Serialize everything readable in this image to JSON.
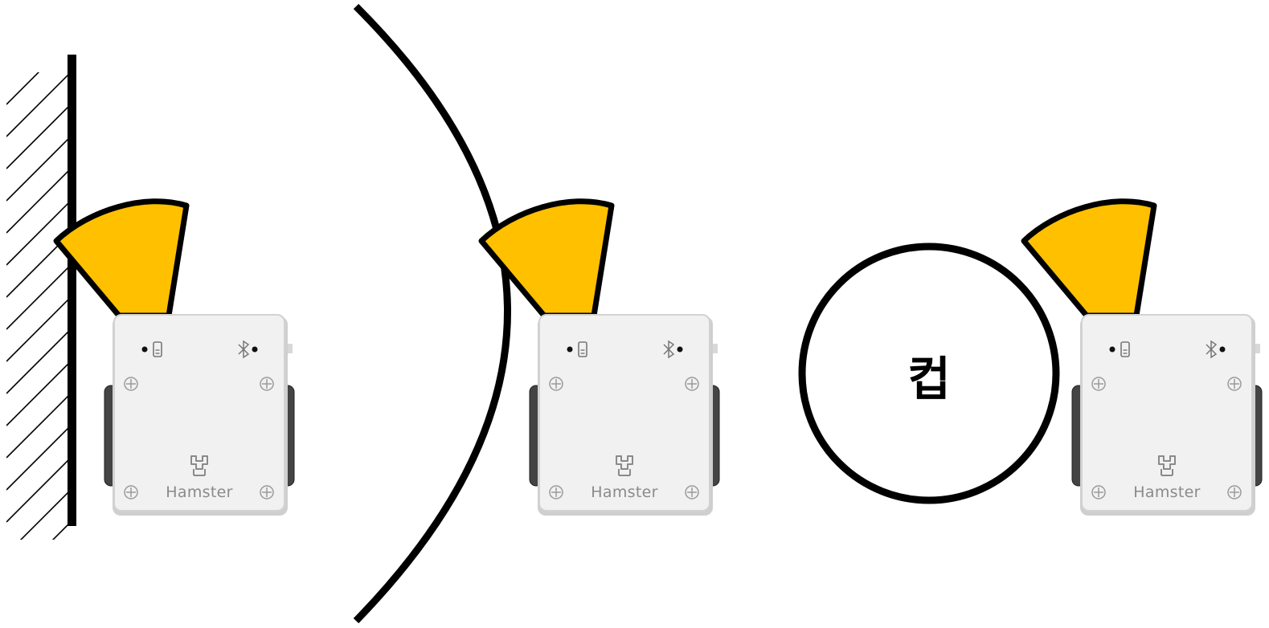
{
  "scenes": [
    {
      "obstacle": "wall",
      "robot": {
        "brand_label": "Hamster"
      }
    },
    {
      "obstacle": "curved-wall",
      "robot": {
        "brand_label": "Hamster"
      }
    },
    {
      "obstacle": "cup",
      "obstacle_label": "컵",
      "robot": {
        "brand_label": "Hamster"
      }
    }
  ],
  "colors": {
    "sensor_beam": "#FFC000",
    "outline": "#000000",
    "robot_body": "#f1f1f1",
    "robot_edge": "#d2d2d2",
    "robot_text": "#8a8a8a"
  }
}
